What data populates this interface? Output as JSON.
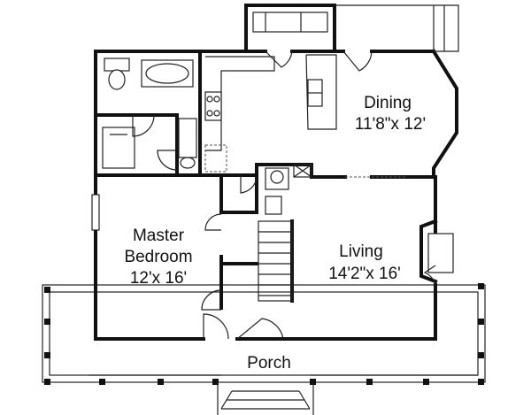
{
  "rooms": {
    "dining": {
      "name": "Dining",
      "size": "11'8\"x 12'"
    },
    "master": {
      "name_line1": "Master",
      "name_line2": "Bedroom",
      "size": "12'x 16'"
    },
    "living": {
      "name": "Living",
      "size": "14'2\"x 16'"
    },
    "porch": {
      "name": "Porch"
    }
  },
  "colors": {
    "wall": "#111111",
    "background": "#ffffff"
  }
}
